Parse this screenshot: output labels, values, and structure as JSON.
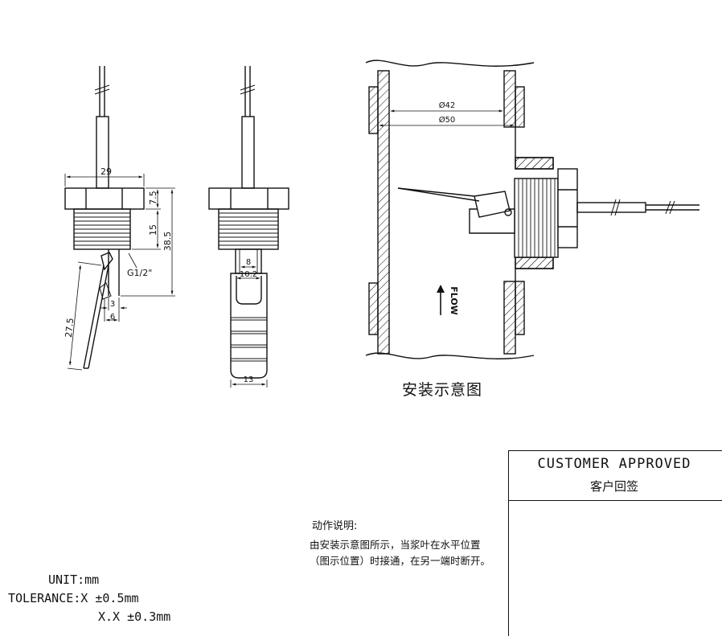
{
  "dimensions": {
    "width_29": "29",
    "h_7_5": "7.5",
    "h_15": "15",
    "h_38_5": "38.5",
    "thread": "G1/2\"",
    "d_3": "3",
    "d_6": "6",
    "len_27_5": "27.5",
    "w_8": "8",
    "w_10_2": "10.2",
    "w_13": "13",
    "dia_42": "Ø42",
    "dia_50": "Ø50",
    "flow": "FLOW"
  },
  "caption": "安装示意图",
  "action": {
    "title": "动作说明:",
    "body": "由安装示意图所示，当浆叶在水平位置（图示位置）时接通，在另一端时断开。"
  },
  "tolerance": {
    "unit": "UNIT:mm",
    "line1": "TOLERANCE:X ±0.5mm",
    "line2": "X.X ±0.3mm"
  },
  "approval": {
    "title": "CUSTOMER APPROVED",
    "subtitle": "客户回签"
  }
}
